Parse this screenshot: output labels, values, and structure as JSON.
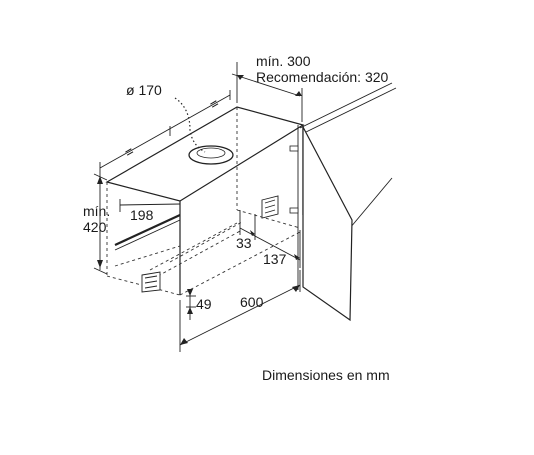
{
  "diagram": {
    "labels": {
      "min_300": "mín. 300",
      "recommendation_320": "Recomendación: 320",
      "diameter_170": "ø 170",
      "equal_left": "=",
      "equal_right": "=",
      "min_label": "mín.",
      "height_420": "420",
      "depth_198": "198",
      "depth_33": "33",
      "depth_137": "137",
      "width_600": "600",
      "height_49": "49"
    },
    "caption": "Dimensiones en mm"
  }
}
